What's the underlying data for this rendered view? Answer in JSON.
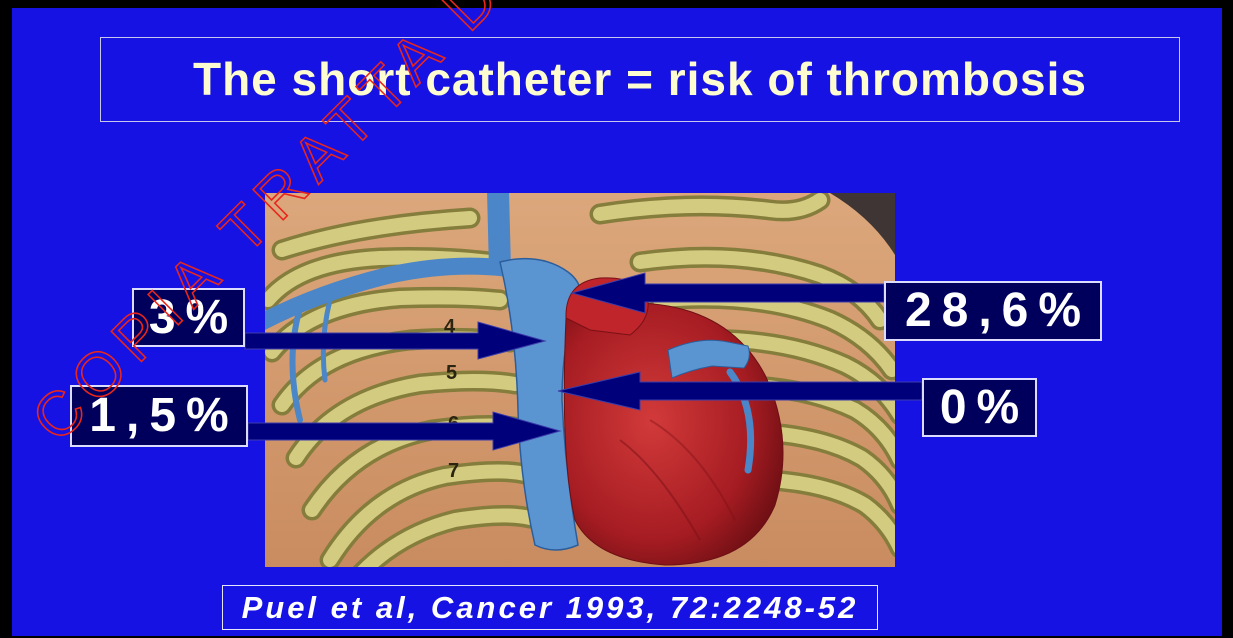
{
  "slide": {
    "title": "The short catheter = risk of thrombosis",
    "labels": {
      "upper_left": "3%",
      "lower_left": "1,5%",
      "upper_right": "28,6%",
      "lower_right": "0%"
    },
    "rib_numbers": [
      "4",
      "5",
      "6",
      "7"
    ],
    "citation": "Puel et al, Cancer 1993, 72:2248-52",
    "watermark": "COPIA TRATTA D"
  },
  "colors": {
    "background": "#1612e4",
    "title_text": "#fdfbd0",
    "label_fill": "#00005c",
    "label_text": "#ffffff",
    "arrow": "#00007a",
    "watermark": "#e8261b"
  }
}
